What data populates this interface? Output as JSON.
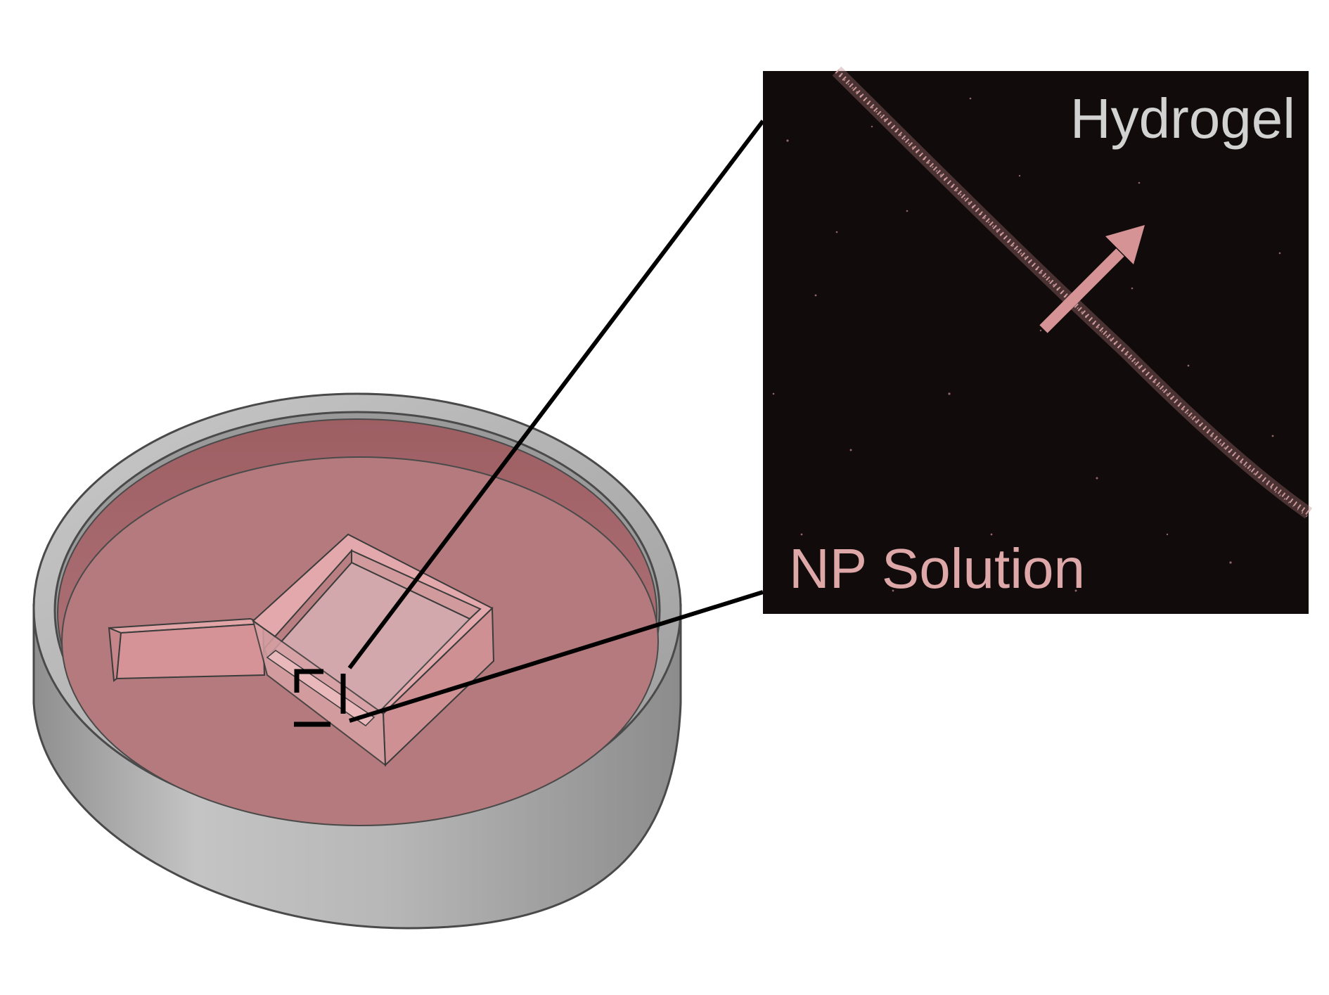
{
  "labels": {
    "top_region": "Hydrogel",
    "bottom_region": "NP Solution"
  },
  "colors": {
    "dish_wall": "#a8a8a8",
    "dish_outline": "#4a4a4a",
    "solution": "#b47a7e",
    "solution_dark": "#8f5358",
    "gel_block": "#d8979b",
    "inset_background": "#110b0b",
    "particle_band": "#d9a2a4",
    "hydrogel_label": "#d2d2d2",
    "np_label": "#dfa8a8",
    "arrow": "#d69396"
  },
  "arrow": {
    "meaning": "direction-toward-hydrogel"
  }
}
